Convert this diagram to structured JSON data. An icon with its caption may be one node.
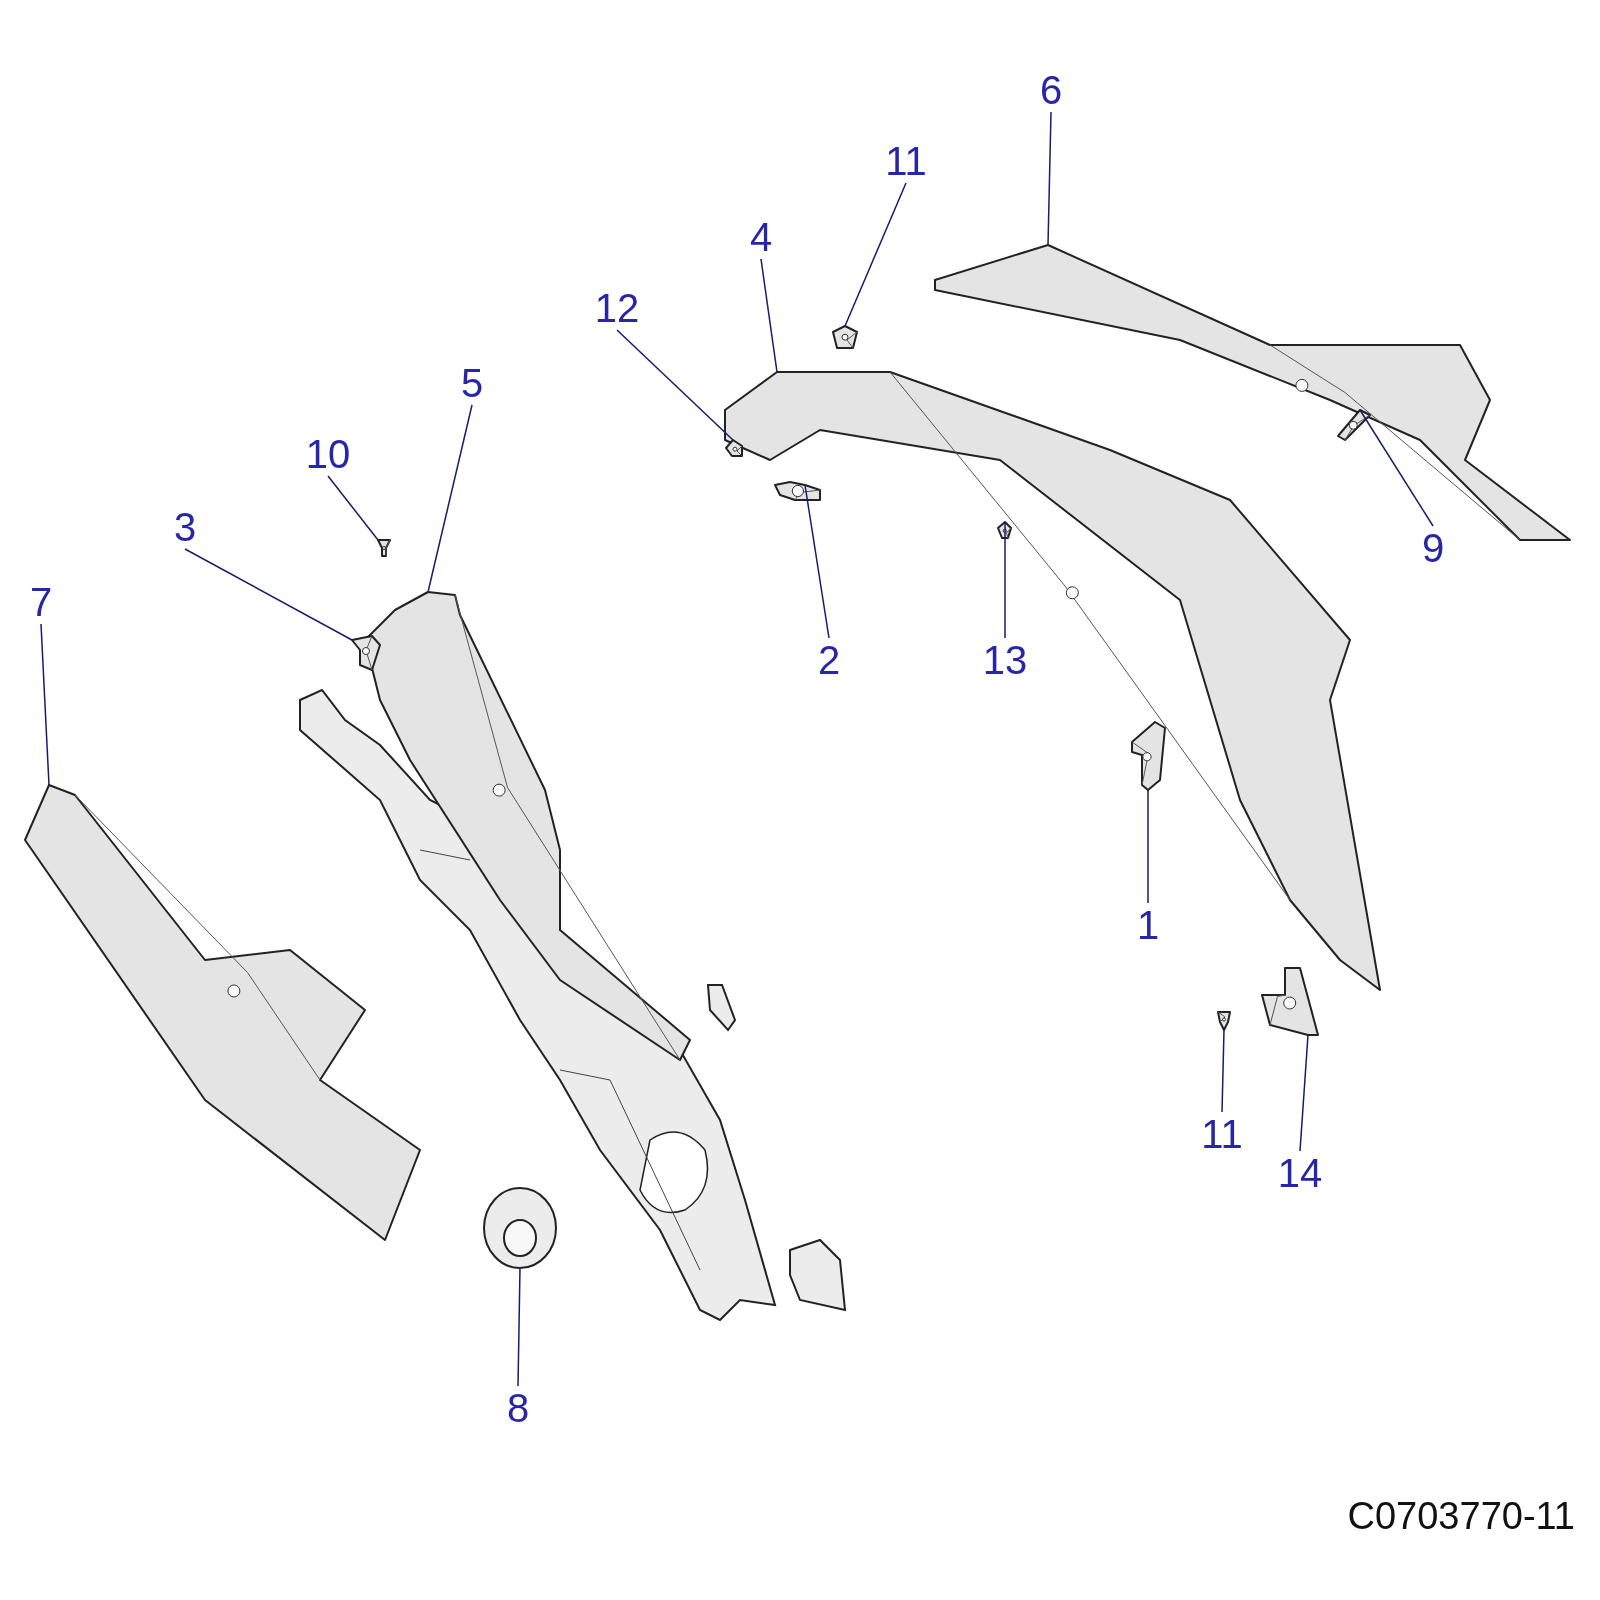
{
  "diagram": {
    "nodes": [
      {
        "text": [
          "6"
        ]
      },
      {
        "text": [
          "11"
        ]
      },
      {
        "text": [
          "4"
        ]
      },
      {
        "text": [
          "12"
        ]
      },
      {
        "text": [
          "5"
        ]
      },
      {
        "text": [
          "10"
        ]
      },
      {
        "text": [
          "3"
        ]
      },
      {
        "text": [
          "9"
        ]
      },
      {
        "text": [
          "7"
        ]
      },
      {
        "text": [
          "2"
        ]
      },
      {
        "text": [
          "13"
        ]
      },
      {
        "text": [
          "1"
        ]
      },
      {
        "text": [
          "11"
        ]
      },
      {
        "text": [
          "14"
        ]
      },
      {
        "text": [
          "8"
        ]
      },
      {
        "text": [],
        "shape": "picture"
      },
      {
        "text": [],
        "shape": "picture"
      },
      {
        "text": [],
        "shape": "picture"
      },
      {
        "text": [],
        "shape": "picture"
      },
      {
        "text": [],
        "shape": "picture"
      },
      {
        "text": [],
        "shape": "picture"
      },
      {
        "text": [],
        "shape": "picture"
      },
      {
        "text": [],
        "shape": "picture"
      },
      {
        "text": [],
        "shape": "picture"
      },
      {
        "text": [],
        "shape": "picture"
      },
      {
        "text": [],
        "shape": "picture"
      },
      {
        "text": [],
        "shape": "picture"
      },
      {
        "text": [],
        "shape": "picture"
      },
      {
        "text": [],
        "shape": "picture"
      },
      {
        "text": [],
        "shape": "picture"
      }
    ],
    "edges": [
      {
        "from": 0,
        "to": 15,
        "arrow": "none"
      },
      {
        "from": 1,
        "to": 16,
        "arrow": "none"
      },
      {
        "from": 2,
        "to": 17,
        "arrow": "none"
      },
      {
        "from": 3,
        "to": 18,
        "arrow": "none"
      },
      {
        "from": 4,
        "to": 19,
        "arrow": "none"
      },
      {
        "from": 5,
        "to": 20,
        "arrow": "none"
      },
      {
        "from": 6,
        "to": 21,
        "arrow": "none"
      },
      {
        "from": 7,
        "to": 22,
        "arrow": "none"
      },
      {
        "from": 8,
        "to": 23,
        "arrow": "none"
      },
      {
        "from": 9,
        "to": 24,
        "arrow": "none"
      },
      {
        "from": 10,
        "to": 25,
        "arrow": "none"
      },
      {
        "from": 11,
        "to": 26,
        "arrow": "none"
      },
      {
        "from": 12,
        "to": 27,
        "arrow": "none"
      },
      {
        "from": 13,
        "to": 28,
        "arrow": "none"
      },
      {
        "from": 14,
        "to": 29,
        "arrow": "none"
      }
    ],
    "labels": [
      "C0703770-11"
    ]
  }
}
